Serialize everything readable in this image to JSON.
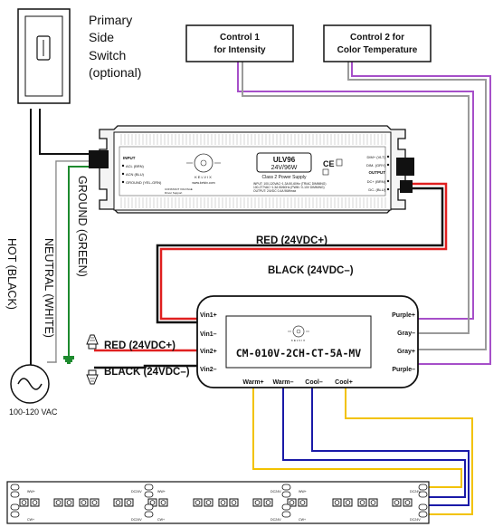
{
  "switch": {
    "label_lines": [
      "Primary",
      "Side",
      "Switch",
      "(optional)"
    ]
  },
  "controls": {
    "control1": {
      "line1": "Control 1",
      "line2": "for Intensity"
    },
    "control2": {
      "line1": "Control 2 for",
      "line2": "Color Temperature"
    }
  },
  "power_supply": {
    "brand": "KELVIX",
    "website": "www.kelvix.com",
    "model": "ULV96",
    "rating": "24V/96W",
    "class_label": "Class 2 Power Supply",
    "spec_lines": [
      "INPUT: 100-120VAC~1.3A  50-60Hz (TRIAC DIMMING)",
      "100-277VAC~1.3A  50/60Hz (PWM / 0-10V DIMMING)",
      "OUTPUT: 24VDC  0-4A  96Wmax"
    ],
    "input_header": "INPUT",
    "input_terminals": [
      "ACL (BRN)",
      "ACN (BLU)",
      "GROUND (YEL-GRN)"
    ],
    "output_header": "OUTPUT",
    "dim_terminals": [
      "DIM+ (VLT)",
      "DIM- (GRY)"
    ],
    "output_terminals": [
      "DC+ (BRN)",
      "DC- (BLU)"
    ],
    "small_print": [
      "CONSTANT VOLTAGE",
      "Driver Support"
    ]
  },
  "wire_labels": {
    "red_top": "RED (24VDC+)",
    "black_top": "BLACK (24VDC–)",
    "red_left": "RED (24VDC+)",
    "black_left": "BLACK (24VDC–)",
    "ground": "GROUND (GREEN)",
    "neutral": "NEUTRAL (WHITE)",
    "hot": "HOT (BLACK)",
    "ac_source": "100-120 VAC"
  },
  "controller": {
    "model": "CM-010V-2CH-CT-5A-MV",
    "left_terminals": [
      "Vin1+",
      "Vin1–",
      "Vin2+",
      "Vin2–"
    ],
    "right_terminals": [
      "Purple+",
      "Gray–",
      "Gray+",
      "Purple–"
    ],
    "bottom_terminals": [
      "Warm+",
      "Warm–",
      "Cool–",
      "Cool+"
    ]
  },
  "strip": {
    "pad_labels_top": [
      "WW+",
      "DC24V",
      "WW+",
      "DC24V",
      "WW+",
      "DC24V"
    ],
    "pad_labels_bottom": [
      "CW+",
      "DC24V",
      "CW+",
      "DC24V",
      "CW+",
      "DC24V"
    ]
  },
  "colors": {
    "red_wire": "#e02020",
    "black_wire": "#111111",
    "purple_wire": "#a64fc9",
    "gray_wire": "#9a9a9a",
    "yellow_wire": "#f2c200",
    "blue_wire": "#1a1aa8",
    "green_wire": "#1d8a2e"
  }
}
